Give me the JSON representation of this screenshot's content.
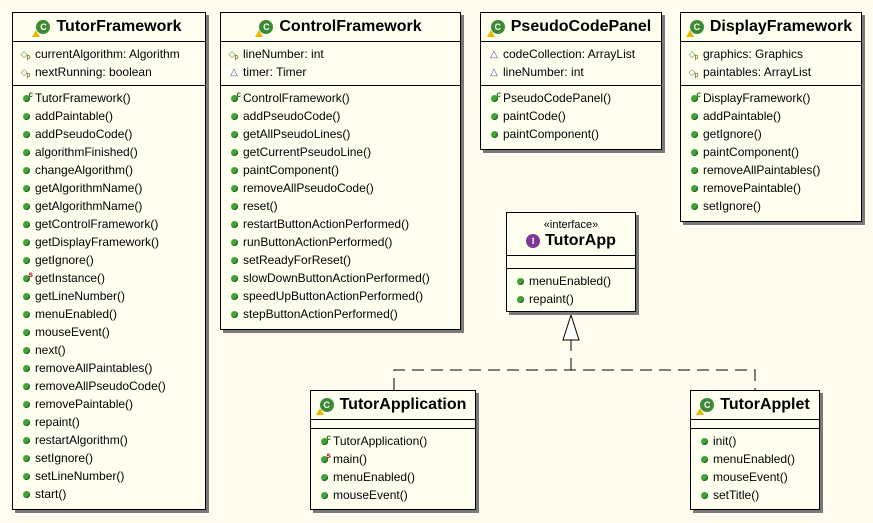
{
  "classes": {
    "tutor_framework": {
      "name": "TutorFramework",
      "fields": [
        "currentAlgorithm: Algorithm",
        "nextRunning: boolean"
      ],
      "methods": [
        "TutorFramework()",
        "addPaintable()",
        "addPseudoCode()",
        "algorithmFinished()",
        "changeAlgorithm()",
        "getAlgorithmName()",
        "getAlgorithmName()",
        "getControlFramework()",
        "getDisplayFramework()",
        "getIgnore()",
        "getInstance()",
        "getLineNumber()",
        "menuEnabled()",
        "mouseEvent()",
        "next()",
        "removeAllPaintables()",
        "removeAllPseudoCode()",
        "removePaintable()",
        "repaint()",
        "restartAlgorithm()",
        "setIgnore()",
        "setLineNumber()",
        "start()"
      ]
    },
    "control_framework": {
      "name": "ControlFramework",
      "fields": [
        "lineNumber: int",
        "timer: Timer"
      ],
      "methods": [
        "ControlFramework()",
        "addPseudoCode()",
        "getAllPseudoLines()",
        "getCurrentPseudoLine()",
        "paintComponent()",
        "removeAllPseudoCode()",
        "reset()",
        "restartButtonActionPerformed()",
        "runButtonActionPerformed()",
        "setReadyForReset()",
        "slowDownButtonActionPerformed()",
        "speedUpButtonActionPerformed()",
        "stepButtonActionPerformed()"
      ]
    },
    "pseudo_code_panel": {
      "name": "PseudoCodePanel",
      "fields": [
        "codeCollection: ArrayList",
        "lineNumber: int"
      ],
      "methods": [
        "PseudoCodePanel()",
        "paintCode()",
        "paintComponent()"
      ]
    },
    "display_framework": {
      "name": "DisplayFramework",
      "fields": [
        "graphics: Graphics",
        "paintables: ArrayList"
      ],
      "methods": [
        "DisplayFramework()",
        "addPaintable()",
        "getIgnore()",
        "paintComponent()",
        "removeAllPaintables()",
        "removePaintable()",
        "setIgnore()"
      ]
    },
    "tutor_app": {
      "stereotype": "«interface»",
      "name": "TutorApp",
      "methods": [
        "menuEnabled()",
        "repaint()"
      ]
    },
    "tutor_application": {
      "name": "TutorApplication",
      "methods": [
        "TutorApplication()",
        "main()",
        "menuEnabled()",
        "mouseEvent()"
      ]
    },
    "tutor_applet": {
      "name": "TutorApplet",
      "methods": [
        "init()",
        "menuEnabled()",
        "mouseEvent()",
        "setTitle()"
      ]
    }
  },
  "icons": {
    "class": "class-icon",
    "interface": "interface-icon",
    "field": "field-icon",
    "method": "public-method-icon",
    "constructor": "constructor-icon",
    "static": "static-method-icon"
  },
  "colors": {
    "background": "#fffbef",
    "box_fill": "#fffff0",
    "method_dot": "#41a33a",
    "class_icon": "#3c8a36",
    "interface_icon": "#7b3a96"
  }
}
